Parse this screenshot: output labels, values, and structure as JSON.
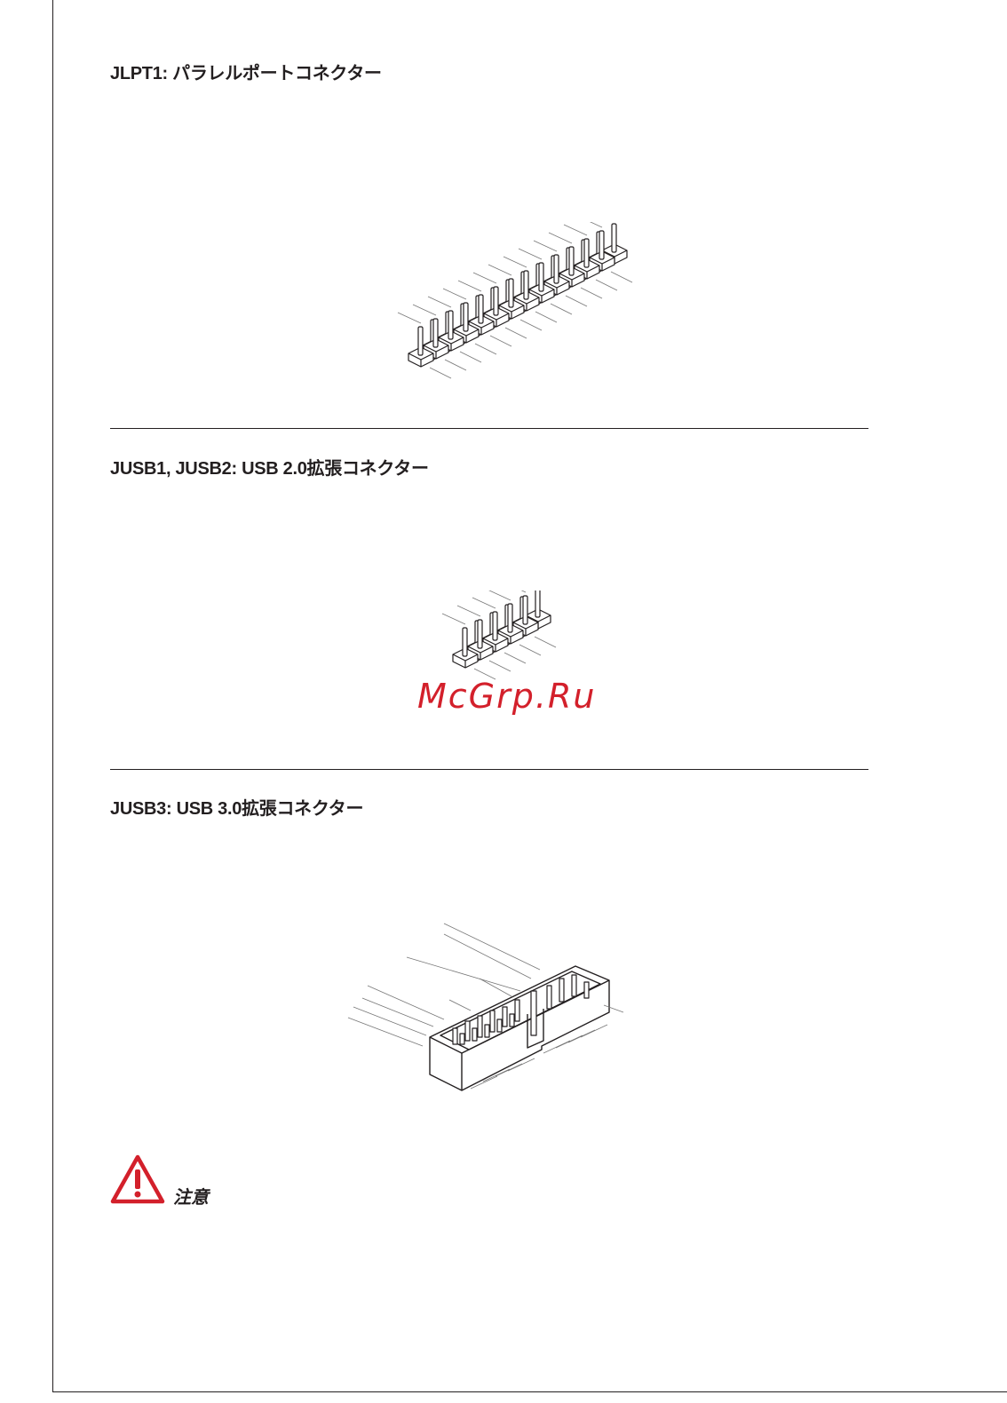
{
  "sections": [
    {
      "heading": "JLPT1: パラレルポートコネクター"
    },
    {
      "heading": "JUSB1, JUSB2: USB 2.0拡張コネクター"
    },
    {
      "heading": "JUSB3: USB 3.0拡張コネクター"
    }
  ],
  "watermark": "McGrp.Ru",
  "caution": {
    "label": "注意",
    "icon": "warning-triangle-icon",
    "color": "#d3202b"
  },
  "colors": {
    "ink": "#231f20",
    "leader": "#777777",
    "watermark": "#d3202b"
  }
}
